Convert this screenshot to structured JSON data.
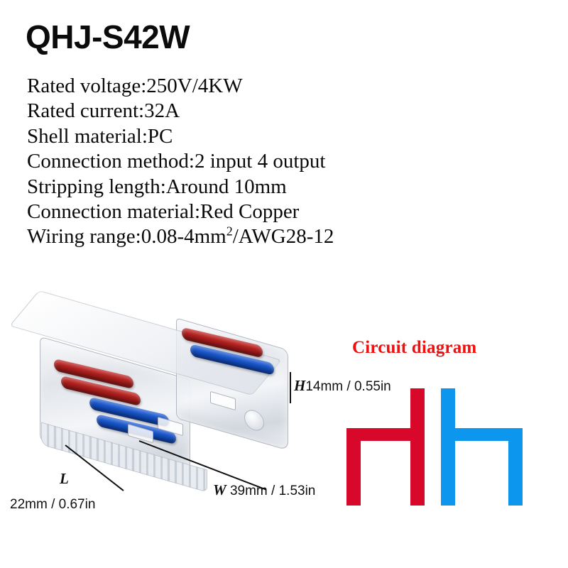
{
  "product": {
    "model": "QHJ-S42W",
    "specs": [
      {
        "key": "Rated voltage",
        "value": "250V/4KW",
        "text": "Rated voltage:250V/4KW"
      },
      {
        "key": "Rated current",
        "value": "32A",
        "text": "Rated current:32A"
      },
      {
        "key": "Shell material",
        "value": "PC",
        "text": "Shell material:PC"
      },
      {
        "key": "Connection method",
        "value": "2 input 4 output",
        "text": "Connection method:2 input 4 output"
      },
      {
        "key": "Stripping length",
        "value": "Around 10mm",
        "text": "Stripping length:Around 10mm"
      },
      {
        "key": "Connection material",
        "value": "Red Copper",
        "text": "Connection material:Red Copper"
      },
      {
        "key": "Wiring range",
        "value": "0.08-4mm²/AWG28-12",
        "text": "Wiring range:0.08-4mm²/AWG28-12"
      }
    ]
  },
  "dimensions": {
    "height": {
      "letter": "H",
      "text": "14mm / 0.55in",
      "mm": 14,
      "inch": 0.55
    },
    "width": {
      "letter": "W",
      "text": "39mm / 1.53in",
      "mm": 39,
      "inch": 1.53
    },
    "length": {
      "letter": "L",
      "text": "22mm / 0.67in",
      "mm": 22,
      "inch": 0.67
    }
  },
  "photo": {
    "caption": "transparent-lever-wire-connector",
    "input_levers": [
      {
        "name": "input-lever-red",
        "color": "#a81d1c"
      },
      {
        "name": "input-lever-blue",
        "color": "#1450c2"
      }
    ],
    "output_levers": [
      {
        "name": "output-lever-red-1",
        "color": "#a81d1c"
      },
      {
        "name": "output-lever-red-2",
        "color": "#a81d1c"
      },
      {
        "name": "output-lever-blue-1",
        "color": "#1450c2"
      },
      {
        "name": "output-lever-blue-2",
        "color": "#1450c2"
      }
    ]
  },
  "circuit": {
    "title": "Circuit diagram",
    "title_color": "#ee1111",
    "red_color": "#d8082b",
    "blue_color": "#0d96ee"
  }
}
